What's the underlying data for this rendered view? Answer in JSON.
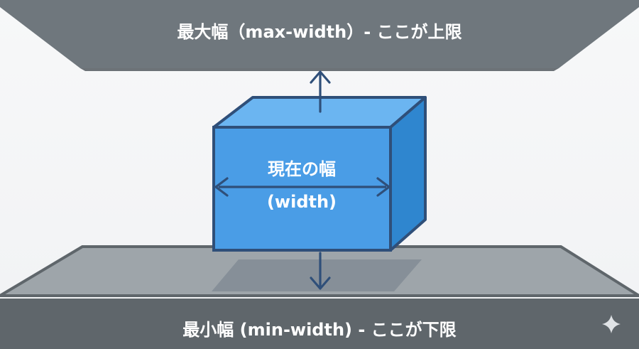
{
  "labels": {
    "max_width": "最大幅（max-width）- ここが上限",
    "current_width": "現在の幅",
    "current_width_sub": "(width)",
    "min_width": "最小幅 (min-width) - ここが下限"
  },
  "icons": {
    "sparkle": "sparkle-icon"
  },
  "colors": {
    "background": "#f4f5f6",
    "slab": "#6f777d",
    "slab_edge": "#5d6368",
    "floor_top": "#9ea5aa",
    "floor_edge": "#5f666b",
    "box_front": "#4a9de6",
    "box_top": "#6bb5f1",
    "box_side": "#2f86cf",
    "outline": "#2f4f79",
    "shadow": "#7f8993",
    "arrow": "#2f4f79",
    "text": "#ffffff"
  }
}
